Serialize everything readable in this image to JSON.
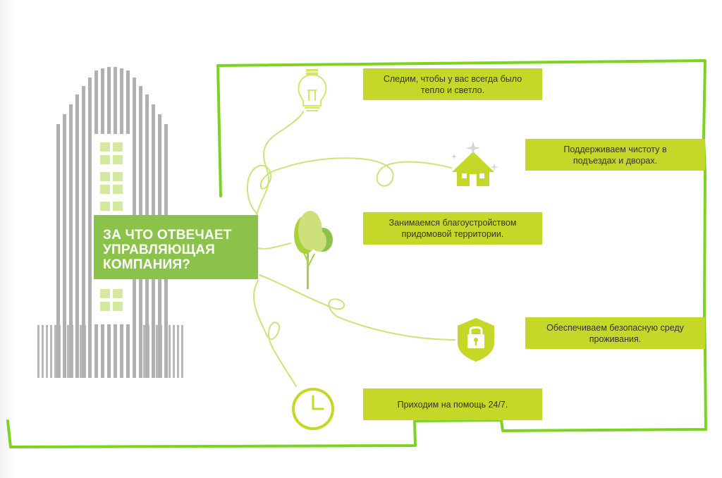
{
  "title": "За что отвечает управляющая компания?",
  "colors": {
    "frame": "#7ed321",
    "title_bg": "#8bc34a",
    "box_bg": "#c5d82a",
    "icon": "#c5d82a",
    "icon_light": "#cfe37a",
    "building": "#b5b5b5",
    "window": "#d4e9a0"
  },
  "items": [
    {
      "icon": "light-bulb-icon",
      "text": "Следим, чтобы у вас всегда было\nтепло и светло."
    },
    {
      "icon": "house-icon",
      "text": "Поддерживаем чистоту   в\nподъездах и дворах."
    },
    {
      "icon": "tree-icon",
      "text": "Занимаемся благоустройством\nпридомовой территории."
    },
    {
      "icon": "lock-shield-icon",
      "text": "Обеспечиваем безопасную среду\nпроживания."
    },
    {
      "icon": "clock-icon",
      "text": "Приходим на помощь 24/7."
    }
  ]
}
